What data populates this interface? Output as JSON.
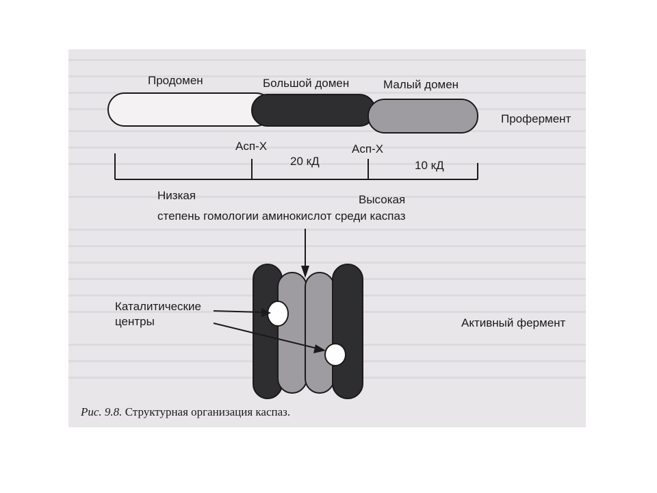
{
  "labels": {
    "prodomain": "Продомен",
    "large_domain": "Большой домен",
    "small_domain": "Малый домен",
    "proenzyme": "Профермент",
    "asp_x_1": "Асп-Х",
    "asp_x_2": "Асп-Х",
    "kda_20": "20 кД",
    "kda_10": "10 кД",
    "low": "Низкая",
    "high": "Высокая",
    "homology": "степень гомологии аминокислот среди каспаз",
    "catalytic_line1": "Каталитические",
    "catalytic_line2": "центры",
    "active_enzyme": "Активный фермент"
  },
  "caption": {
    "prefix": "Рис. 9.8.",
    "text": "Структурная организация каспаз."
  },
  "colors": {
    "background": "#e9e6ea",
    "prodomain_fill": "#f4f2f3",
    "large_domain_fill": "#2e2e30",
    "small_domain_fill": "#9e9ca0",
    "ink": "#1a1a1a"
  }
}
